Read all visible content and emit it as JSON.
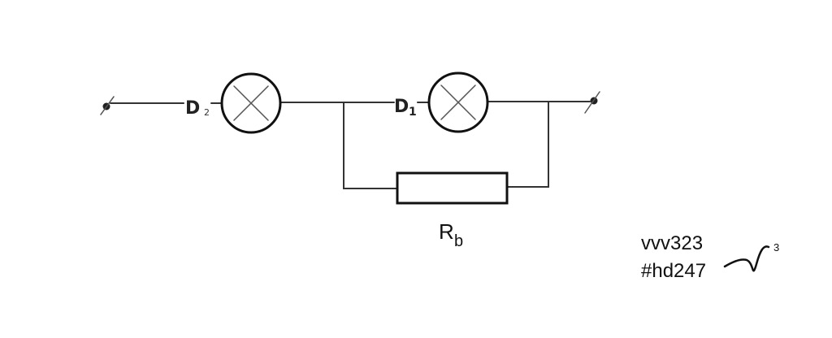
{
  "diagram": {
    "lamp_left": {
      "letter": "D",
      "sub": "2"
    },
    "lamp_right": {
      "letter": "D",
      "sub": "1"
    },
    "resistor": {
      "letter": "R",
      "sub": "b"
    },
    "note": {
      "line1": "vvv323",
      "line2": "#hd247",
      "sig_mark": "3"
    }
  }
}
